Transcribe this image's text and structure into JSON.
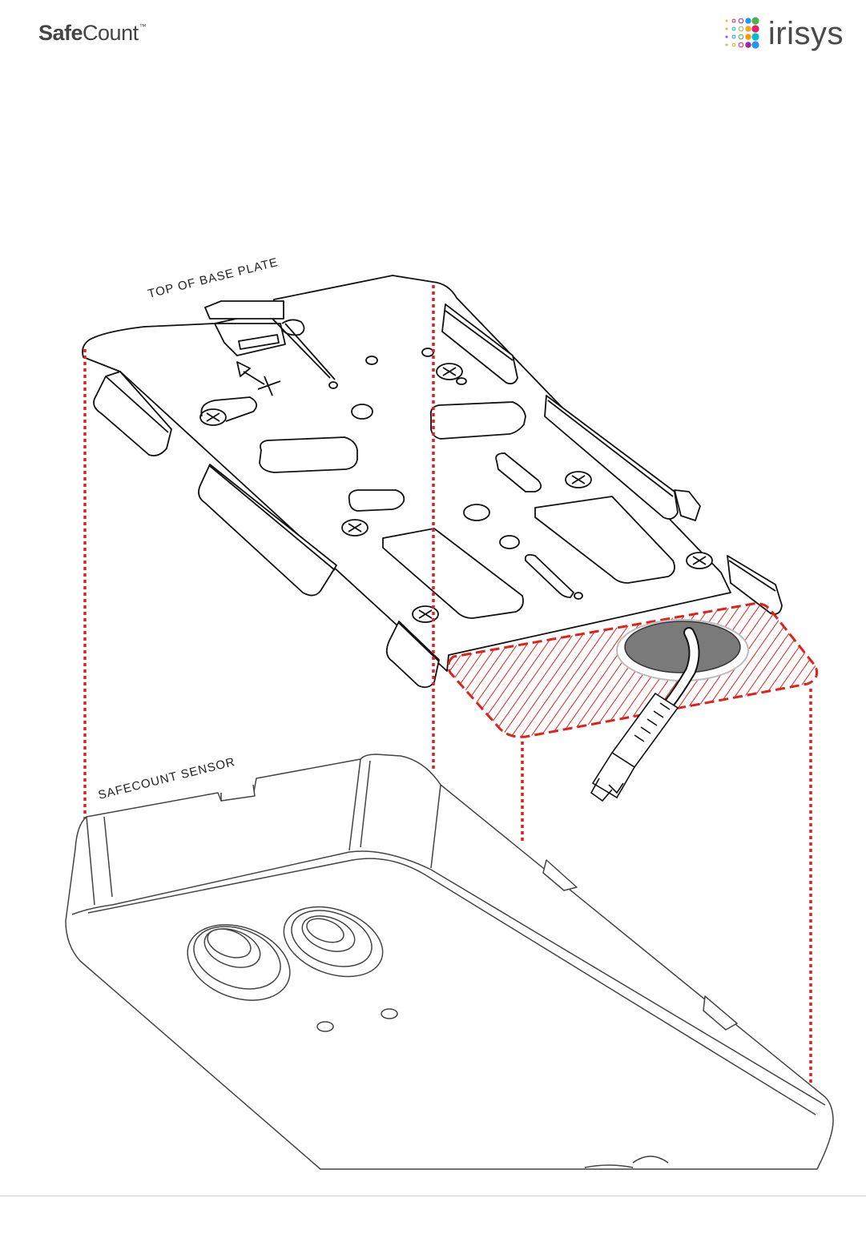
{
  "header": {
    "brand_bold": "Safe",
    "brand_regular": "Count",
    "brand_tm": "™",
    "logo_word": "irisys"
  },
  "colors": {
    "accent_red": "#e0201c",
    "line": "#111111",
    "sensor_line": "#444444",
    "gasket": "#7a7a7a",
    "dot_palette": [
      "#f5a623",
      "#e91e63",
      "#9c27b0",
      "#2196f3",
      "#4caf50",
      "#ff9800",
      "#00bcd4",
      "#8bc34a"
    ]
  },
  "diagram": {
    "label_base_plate": "TOP OF BASE PLATE",
    "label_sensor": "SAFECOUNT SENSOR"
  }
}
